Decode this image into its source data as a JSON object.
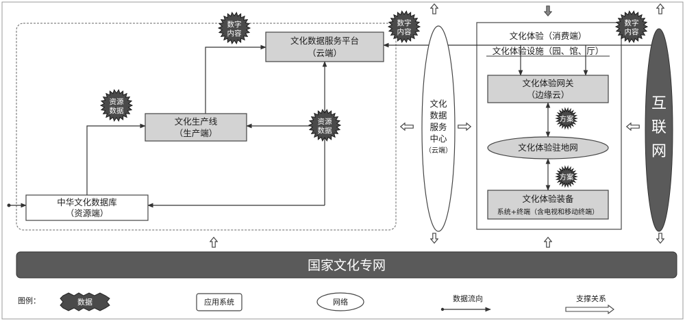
{
  "nodes": {
    "cloud_platform": {
      "line1": "文化数据服务平台",
      "line2": "（云端）"
    },
    "production_line": {
      "line1": "文化生产线",
      "line2": "（生产端）"
    },
    "database": {
      "line1": "中华文化数据库",
      "line2": "（资源端）"
    },
    "service_center": {
      "line1": "文化",
      "line2": "数据",
      "line3": "服务",
      "line4": "中心",
      "line5": "（云端）"
    },
    "experience": {
      "title": "文化体验（消费端）",
      "subtitle": "文化体验设施（园、馆、厅）"
    },
    "gateway": {
      "line1": "文化体验网关",
      "line2": "（边缘云）"
    },
    "local_network": {
      "label": "文化体验驻地网"
    },
    "equipment": {
      "line1": "文化体验装备",
      "line2": "系统+终端（含电视和移动终端）"
    },
    "internet": {
      "line1": "互",
      "line2": "联",
      "line3": "网"
    },
    "national_network": {
      "label": "国家文化专网"
    }
  },
  "badges": {
    "digital_content": {
      "line1": "数字",
      "line2": "内容"
    },
    "resource_data": {
      "line1": "资源",
      "line2": "数据"
    },
    "plan": "方案"
  },
  "legend": {
    "title": "图例：",
    "data": "数据",
    "app_system": "应用系统",
    "network": "网络",
    "data_flow": "数据流向",
    "support": "支撑关系"
  },
  "colors": {
    "box_fill": "#d3d3d3",
    "badge_fill": "#4a4a4a",
    "network_fill": "#5a5a5a",
    "line": "#333333"
  }
}
